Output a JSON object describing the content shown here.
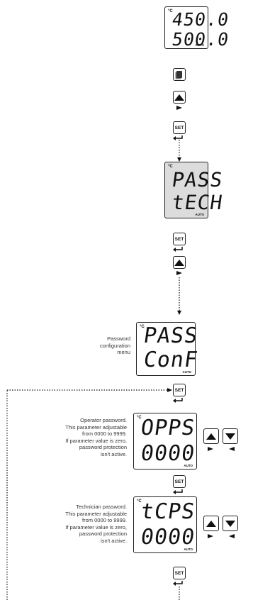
{
  "unit_symbol": "°C",
  "mode_badge": "AUTO",
  "displays": [
    {
      "line1": "450.0",
      "line2": "500.0"
    },
    {
      "line1": "PASS",
      "line2": "tECH"
    },
    {
      "line1": "PASS",
      "line2": "ConF"
    },
    {
      "line1": "OPPS",
      "line2": "0000"
    },
    {
      "line1": "tCPS",
      "line2": "0000"
    }
  ],
  "buttons": {
    "set_label": "SET",
    "page_icon": "page-icon",
    "up_icon": "up-arrow-icon",
    "down_icon": "down-arrow-icon"
  },
  "descriptions": {
    "password_menu": [
      "Password",
      "configuration",
      "menu"
    ],
    "operator": [
      "Operator password.",
      "This parameter adjustable",
      "from 0000 to 9999.",
      "If parameter value is zero,",
      "password protection",
      "isn't active."
    ],
    "technician": [
      "Technician password.",
      "This parameter adjustable",
      "from 0000 to 9999.",
      "If parameter value is zero,",
      "password protection",
      "isn't active."
    ]
  }
}
